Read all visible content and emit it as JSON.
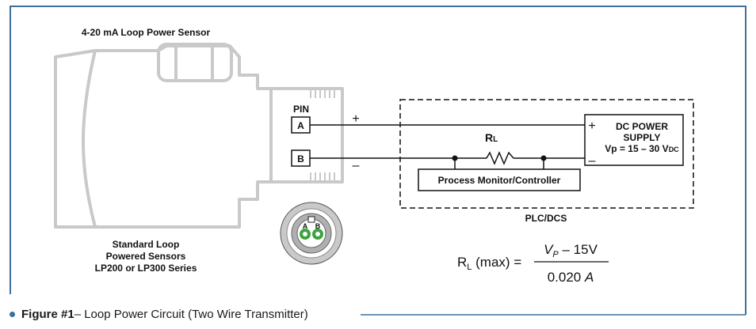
{
  "sensor": {
    "title": "4-20 mA Loop Power Sensor",
    "caption_line1": "Standard Loop",
    "caption_line2": "Powered Sensors",
    "caption_line3": "LP200 or LP300 Series",
    "pin_label": "PIN",
    "pin_a": "A",
    "pin_b": "B"
  },
  "connector": {
    "pin_a": "A",
    "pin_b": "B"
  },
  "wires": {
    "plus": "+",
    "minus": "–"
  },
  "resistor": {
    "label_main": "R",
    "label_sub": "L"
  },
  "monitor": {
    "label": "Process Monitor/Controller"
  },
  "power_supply": {
    "line1": "DC POWER",
    "line2": "SUPPLY",
    "line3_main": "Vp = 15 – 30 V",
    "line3_sub": "DC",
    "plus": "+",
    "minus": "–"
  },
  "plc_label": "PLC/DCS",
  "formula": {
    "lhs_main": "R",
    "lhs_sub": "L",
    "lhs_rest": " (max) =",
    "num_v": "V",
    "num_sub": "P",
    "num_rest": " – 15V",
    "den_main": "0.020 ",
    "den_unit": "A"
  },
  "figure_caption": {
    "bold": "Figure #1",
    "rest": " – Loop Power Circuit (Two Wire Transmitter)"
  },
  "colors": {
    "frame": "#3f6f9a",
    "sensor_outline": "#c9c9c9",
    "wire": "#111111",
    "led_green": "#3ea33e"
  }
}
